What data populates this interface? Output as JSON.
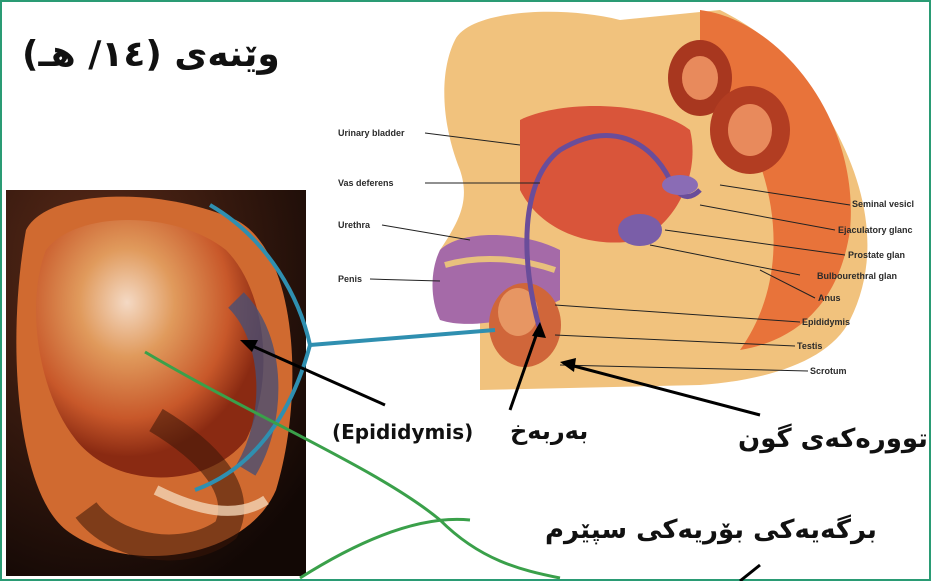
{
  "figure": {
    "title": "وێنەی (١٤/ هـ)"
  },
  "diagram_labels": {
    "left": [
      {
        "id": "urinary-bladder",
        "text": "Urinary bladder"
      },
      {
        "id": "vas-deferens",
        "text": "Vas deferens"
      },
      {
        "id": "urethra",
        "text": "Urethra"
      },
      {
        "id": "penis",
        "text": "Penis"
      }
    ],
    "right": [
      {
        "id": "seminal-vesicle",
        "text": "Seminal vesicl"
      },
      {
        "id": "ejaculatory-gland",
        "text": "Ejaculatory glanc"
      },
      {
        "id": "prostate-gland",
        "text": "Prostate glan"
      },
      {
        "id": "bulbourethral-gland",
        "text": "Bulbourethral glan"
      },
      {
        "id": "anus",
        "text": "Anus"
      },
      {
        "id": "epididymis",
        "text": "Epididymis"
      },
      {
        "id": "testis",
        "text": "Testis"
      },
      {
        "id": "scrotum",
        "text": "Scrotum"
      }
    ]
  },
  "annotations": {
    "epididymis_en": "(Epididymis)",
    "epididymis_ku": "بەربەخ",
    "testis_ku": "توورەکەی گون",
    "sperm_tubule_ku": "برگەیەکی بۆریەکی سپێرم"
  },
  "colors": {
    "frame": "#2a9b74",
    "blue_line": "#2f8fb0",
    "green_line": "#3aa04a",
    "tissue": "#e8733a",
    "skin": "#f1c27d"
  }
}
